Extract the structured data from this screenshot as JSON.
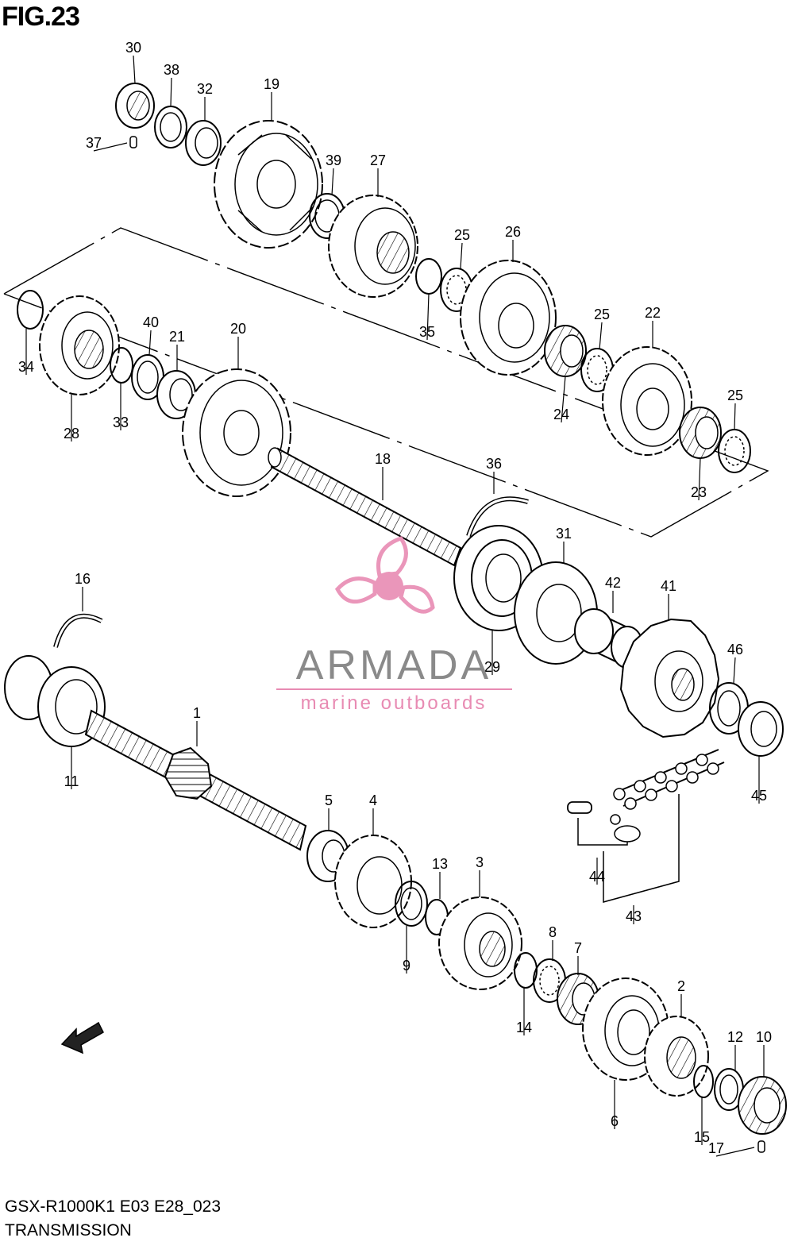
{
  "figure": {
    "title": "FIG.23",
    "model_code": "GSX-R1000K1 E03 E28_023",
    "group_name": "TRANSMISSION"
  },
  "watermark": {
    "brand": "ARMADA",
    "tagline": "marine outboards",
    "accent_color": "#e88bb3",
    "text_color": "#8a8a8a"
  },
  "direction_label": "FWD",
  "callouts": [
    "1",
    "2",
    "3",
    "4",
    "5",
    "6",
    "7",
    "8",
    "9",
    "10",
    "11",
    "12",
    "13",
    "14",
    "15",
    "16",
    "17",
    "18",
    "19",
    "20",
    "21",
    "22",
    "23",
    "24",
    "25",
    "26",
    "27",
    "28",
    "29",
    "30",
    "31",
    "32",
    "33",
    "34",
    "35",
    "36",
    "37",
    "38",
    "39",
    "40",
    "41",
    "42",
    "43",
    "44",
    "45",
    "46"
  ]
}
